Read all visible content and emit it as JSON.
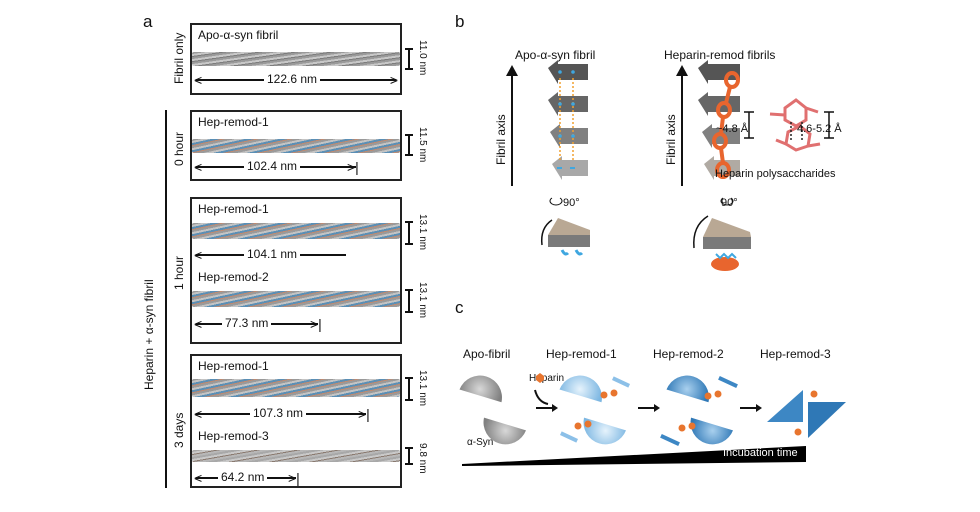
{
  "panels": {
    "a": {
      "label": "a",
      "group_label": "Heparin + α-syn fibril",
      "rows": [
        {
          "condition": "Fibril only",
          "items": [
            {
              "name": "Apo-α-syn fibril",
              "crossover": "122.6 nm",
              "width": "11.0 nm"
            }
          ]
        },
        {
          "condition": "0 hour",
          "items": [
            {
              "name": "Hep-remod-1",
              "crossover": "102.4 nm",
              "width": "11.5 nm"
            }
          ]
        },
        {
          "condition": "1 hour",
          "items": [
            {
              "name": "Hep-remod-1",
              "crossover": "104.1 nm",
              "width": "13.1 nm"
            },
            {
              "name": "Hep-remod-2",
              "crossover": "77.3 nm",
              "width": "13.1 nm"
            }
          ]
        },
        {
          "condition": "3 days",
          "items": [
            {
              "name": "Hep-remod-1",
              "crossover": "107.3 nm",
              "width": "13.1 nm"
            },
            {
              "name": "Hep-remod-3",
              "crossover": "64.2 nm",
              "width": "9.8 nm"
            }
          ]
        }
      ]
    },
    "b": {
      "label": "b",
      "left_title": "Apo-α-syn fibril",
      "right_title": "Heparin-remod fibrils",
      "axis_label": "Fibril axis",
      "rotation": "90°",
      "spacing_fibril": "~4.8 Å",
      "spacing_heparin": "4.6-5.2 Å",
      "heparin_label": "Heparin polysaccharides"
    },
    "c": {
      "label": "c",
      "stages": [
        "Apo-fibril",
        "Hep-remod-1",
        "Hep-remod-2",
        "Hep-remod-3"
      ],
      "heparin_label": "Heparin",
      "monomer_label": "α-Syn",
      "time_label": "Incubation time"
    }
  },
  "colors": {
    "heparin_orange": "#e8752e",
    "remod_blue": "#3d87c4",
    "light_blue": "#a9d0ee",
    "gray": "#8c8c8c"
  }
}
